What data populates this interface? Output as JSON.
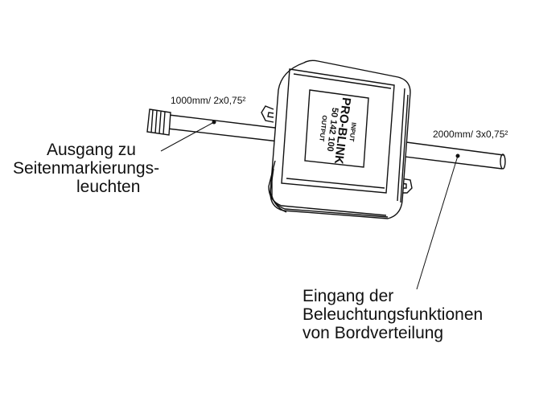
{
  "device": {
    "line1": "INPUT",
    "line2": "PRO-BLINK",
    "line3": "50 142 100",
    "line4": "OUTPUT"
  },
  "left_cable": {
    "spec": "1000mm/ 2x0,75²",
    "label_lines": [
      "Ausgang zu",
      "Seitenmarkierungs-",
      "leuchten"
    ]
  },
  "right_cable": {
    "spec": "2000mm/ 3x0,75²",
    "label_lines": [
      "Eingang der",
      "Beleuchtungsfunktionen",
      "von Bordverteilung"
    ]
  }
}
